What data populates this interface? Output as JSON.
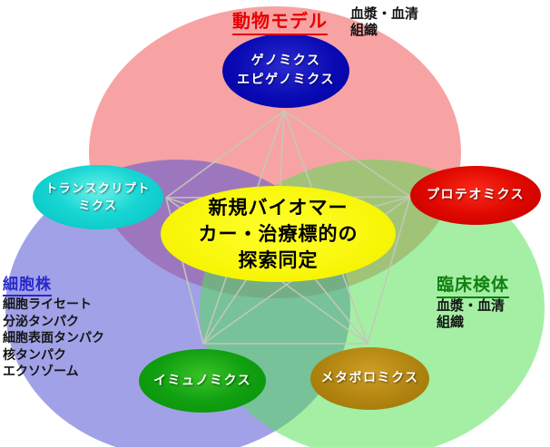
{
  "venn": {
    "animal_fill": "rgba(242,96,96,0.58)",
    "cell_fill": "rgba(84,84,214,0.55)",
    "clinical_fill": "rgba(80,225,80,0.52)",
    "edge_color": "#c5c8ba",
    "region_colors": {
      "animal_model": "#f7a3a3",
      "cell_line": "#a1a1e8",
      "clinical": "#a3f0a3"
    }
  },
  "groups": {
    "animal_model": {
      "label": "動物モデル",
      "color": "#e60000",
      "samples": [
        "血漿・血清",
        "組織"
      ]
    },
    "cell_line": {
      "label": "細胞株",
      "color": "#2828cc",
      "items": [
        "細胞ライセート",
        "分泌タンパク",
        "細胞表面タンパク",
        "核タンパク",
        "エクソゾーム"
      ]
    },
    "clinical": {
      "label": "臨床検体",
      "color": "#128012",
      "samples": [
        "血漿・血清",
        "組織"
      ]
    }
  },
  "nodes": {
    "genomics": {
      "lines": [
        "ゲノミクス",
        "エピゲノミクス"
      ],
      "color": "#0000aa"
    },
    "transcriptomics": {
      "lines": [
        "トランスクリプト",
        "ミクス"
      ],
      "color": "#00c4c4"
    },
    "proteomics": {
      "label": "プロテオミクス",
      "color": "#d40000"
    },
    "center": {
      "lines": [
        "新規バイオマー",
        "カー・治療標的の",
        "探索同定"
      ],
      "color": "#f8f400"
    },
    "immunomics": {
      "label": "イミュノミクス",
      "color": "#0f9e0f"
    },
    "metabolomics": {
      "label": "メタボロミクス",
      "color": "#a87d08"
    }
  }
}
